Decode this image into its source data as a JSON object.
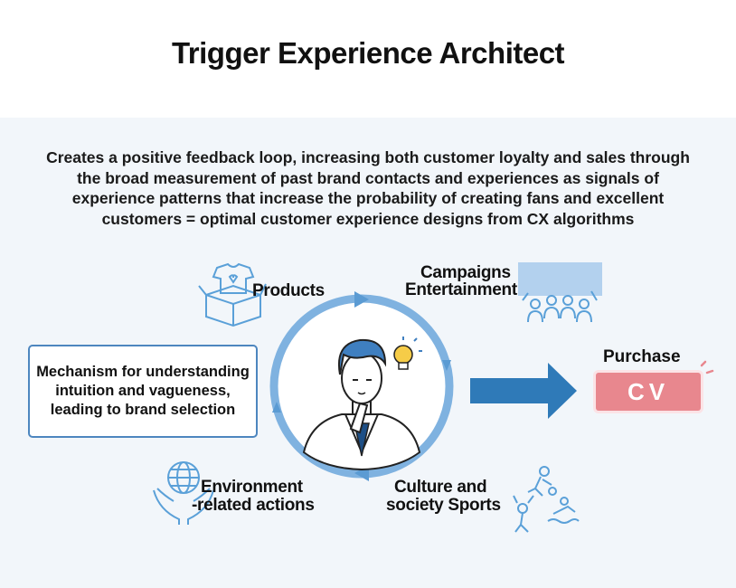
{
  "title": "Trigger Experience Architect",
  "description": "Creates a positive feedback loop, increasing both customer loyalty and sales through the broad measurement of past brand contacts and experiences as signals of experience patterns that increase the probability of creating fans and excellent customers = optimal customer experience designs from CX algorithms",
  "cycle": {
    "products": "Products",
    "campaigns": "Campaigns",
    "entertainment": "Entertainment",
    "culture_line1": "Culture and",
    "culture_line2": "society Sports",
    "env_line1": "Environment",
    "env_line2": "-related actions"
  },
  "mechanism": {
    "line1": "Mechanism for understanding",
    "line2": "intuition and vagueness,",
    "line3": "leading to brand selection"
  },
  "outcome": {
    "purchase": "Purchase",
    "cv": "CV"
  },
  "colors": {
    "ring": "#7fb2e0",
    "arrow": "#2f7ab8",
    "box_border": "#4d86bf",
    "cv_box": "#e8878e",
    "panel_bg": "#f2f6fa",
    "icon_stroke": "#5aa0d8"
  },
  "icons": [
    "tshirt-box-icon",
    "audience-screen-icon",
    "thinking-man-icon",
    "lightbulb-icon",
    "globe-hands-icon",
    "sports-icon"
  ]
}
